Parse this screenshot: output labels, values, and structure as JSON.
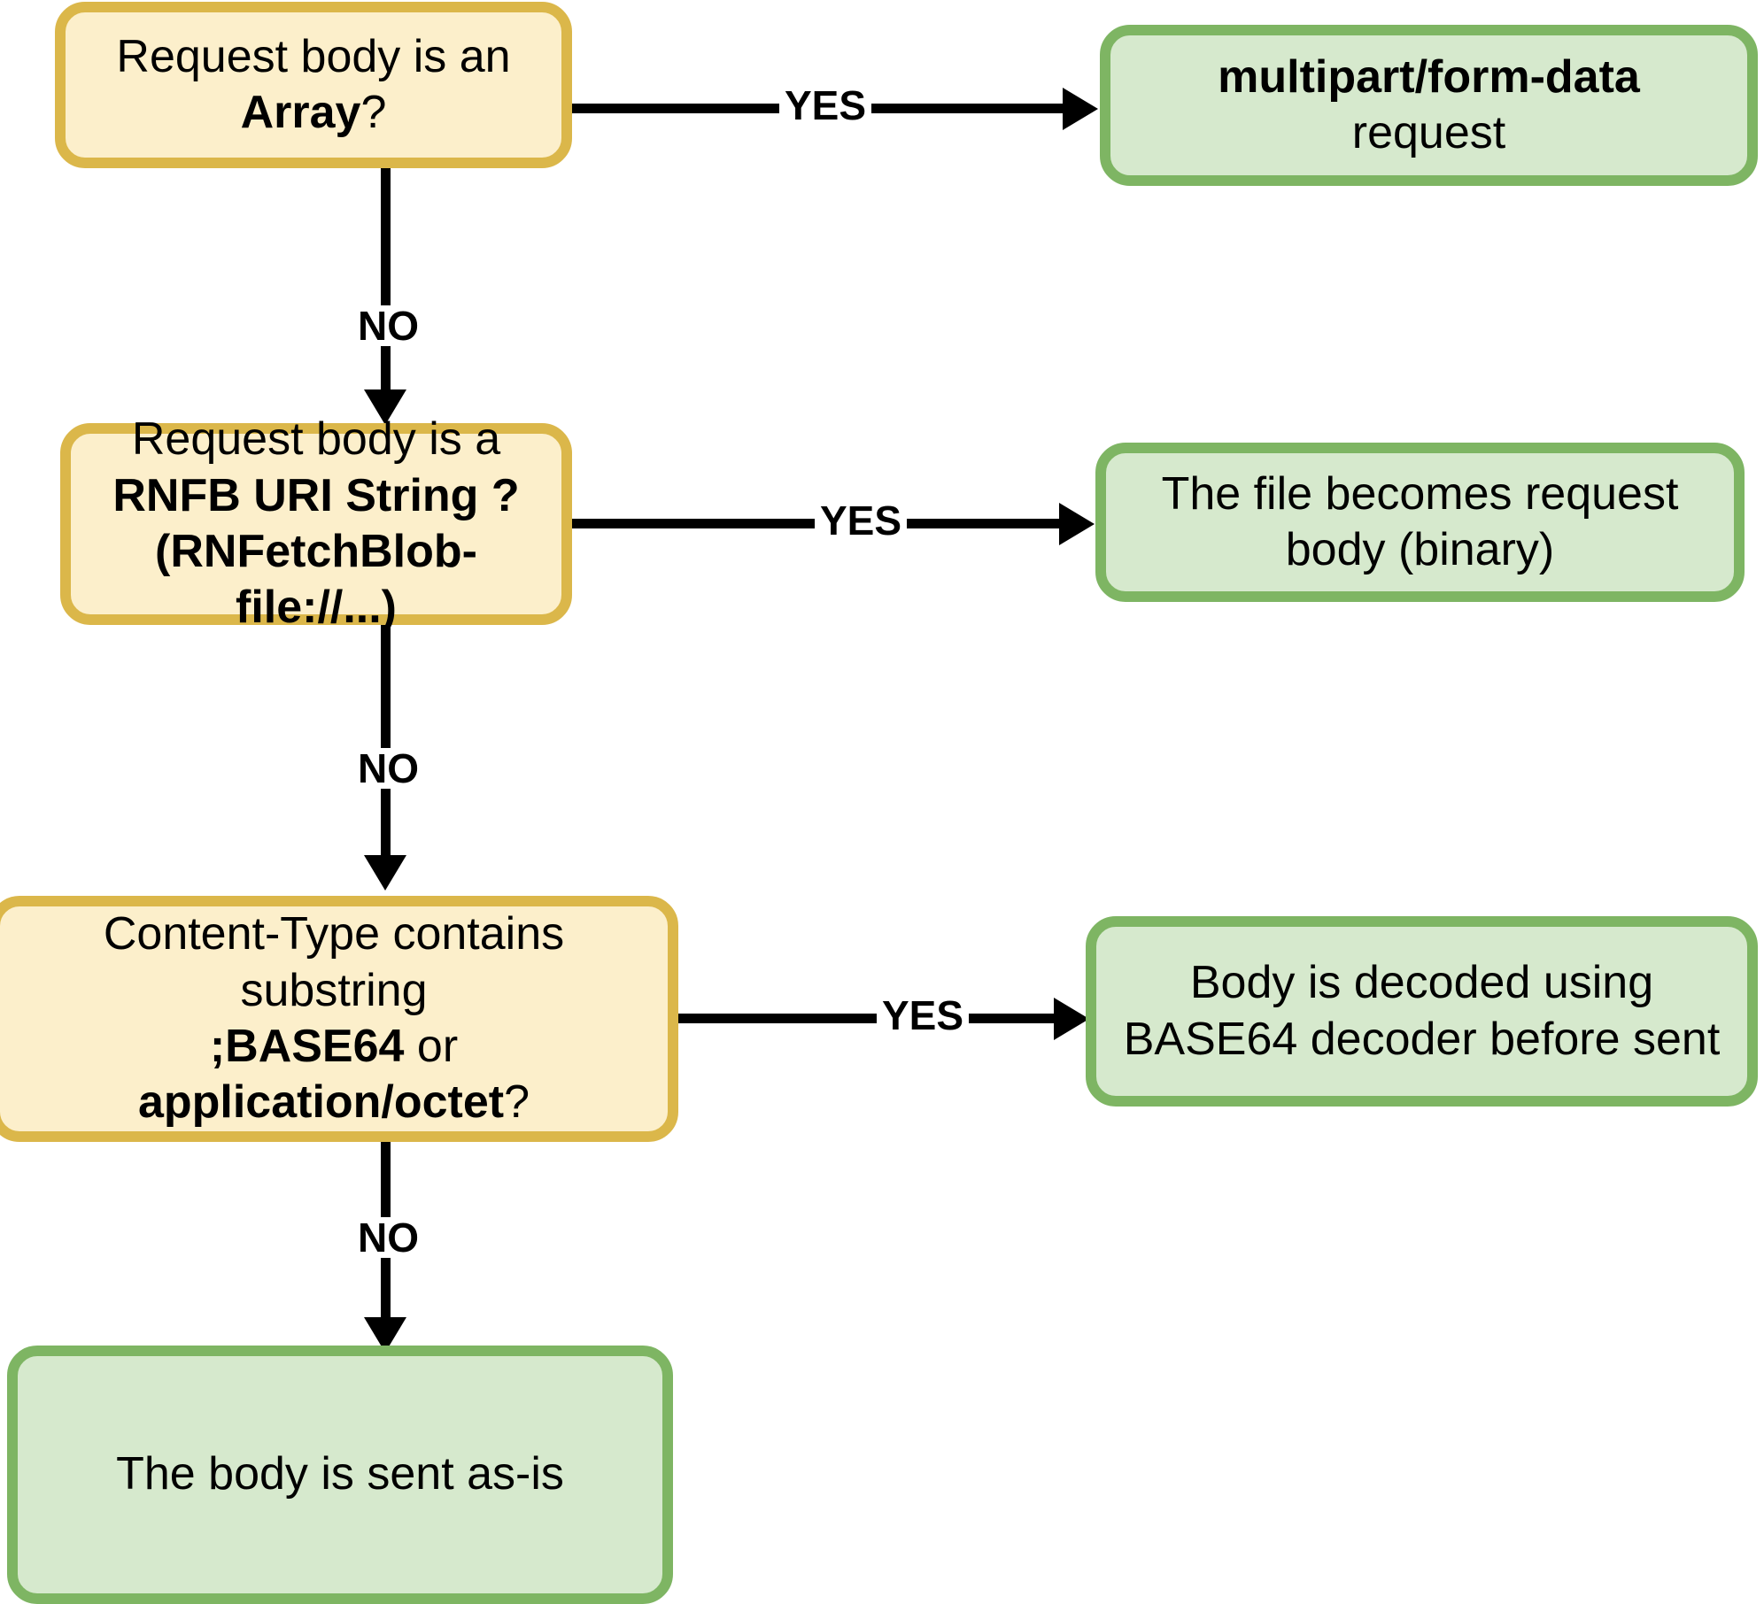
{
  "diagram": {
    "title": "RNFetchBlob request body handling flowchart",
    "colors": {
      "decision_fill": "#fcefcb",
      "decision_border": "#dbb74a",
      "outcome_fill": "#d6e9cd",
      "outcome_border": "#7eb563",
      "connector": "#000000",
      "background": "#ffffff"
    },
    "nodes": [
      {
        "id": "decision-array",
        "kind": "decision",
        "lines": [
          {
            "parts": [
              {
                "text": "Request body is an ",
                "bold": false
              },
              {
                "text": "Array",
                "bold": true
              },
              {
                "text": "?",
                "bold": false
              }
            ]
          }
        ]
      },
      {
        "id": "outcome-multipart",
        "kind": "outcome",
        "lines": [
          {
            "parts": [
              {
                "text": "multipart/form-data",
                "bold": true
              }
            ]
          },
          {
            "parts": [
              {
                "text": "request",
                "bold": false
              }
            ]
          }
        ]
      },
      {
        "id": "decision-rnfb-uri",
        "kind": "decision",
        "lines": [
          {
            "parts": [
              {
                "text": "Request body is a",
                "bold": false
              }
            ]
          },
          {
            "parts": [
              {
                "text": "RNFB URI String ?",
                "bold": true
              }
            ]
          },
          {
            "parts": [
              {
                "text": "(RNFetchBlob-file://...)",
                "bold": true
              }
            ]
          }
        ]
      },
      {
        "id": "outcome-file-binary",
        "kind": "outcome",
        "lines": [
          {
            "parts": [
              {
                "text": "The file becomes request",
                "bold": false
              }
            ]
          },
          {
            "parts": [
              {
                "text": "body (binary)",
                "bold": false
              }
            ]
          }
        ]
      },
      {
        "id": "decision-content-type",
        "kind": "decision",
        "lines": [
          {
            "parts": [
              {
                "text": "Content-Type contains substring",
                "bold": false
              }
            ]
          },
          {
            "parts": [
              {
                "text": ";BASE64",
                "bold": true
              },
              {
                "text": " or ",
                "bold": false
              },
              {
                "text": "application/octet",
                "bold": true
              },
              {
                "text": "?",
                "bold": false
              }
            ]
          }
        ]
      },
      {
        "id": "outcome-base64-decoded",
        "kind": "outcome",
        "lines": [
          {
            "parts": [
              {
                "text": "Body is decoded using",
                "bold": false
              }
            ]
          },
          {
            "parts": [
              {
                "text": "BASE64 decoder before sent",
                "bold": false
              }
            ]
          }
        ]
      },
      {
        "id": "outcome-as-is",
        "kind": "outcome",
        "lines": [
          {
            "parts": [
              {
                "text": "The body is sent as-is",
                "bold": false
              }
            ]
          }
        ]
      }
    ],
    "edges": [
      {
        "id": "edge-array-yes",
        "label": "YES",
        "from": "decision-array",
        "to": "outcome-multipart"
      },
      {
        "id": "edge-array-no",
        "label": "NO",
        "from": "decision-array",
        "to": "decision-rnfb-uri"
      },
      {
        "id": "edge-rnfb-yes",
        "label": "YES",
        "from": "decision-rnfb-uri",
        "to": "outcome-file-binary"
      },
      {
        "id": "edge-rnfb-no",
        "label": "NO",
        "from": "decision-rnfb-uri",
        "to": "decision-content-type"
      },
      {
        "id": "edge-ctype-yes",
        "label": "YES",
        "from": "decision-content-type",
        "to": "outcome-base64-decoded"
      },
      {
        "id": "edge-ctype-no",
        "label": "NO",
        "from": "decision-content-type",
        "to": "outcome-as-is"
      }
    ]
  }
}
